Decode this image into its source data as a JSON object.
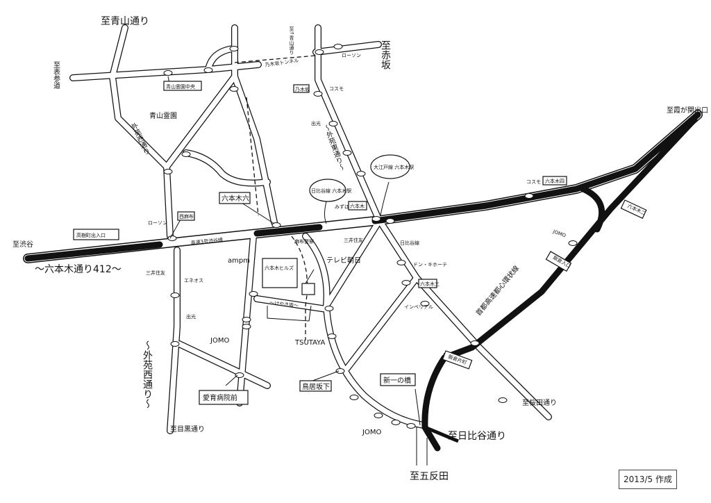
{
  "map": {
    "title": "六本木周辺地図",
    "labels": [
      "至青山通り",
      "至表参道",
      "至↑青山通り",
      "至赤坂",
      "乃木坂トンネル",
      "ローソン",
      "青山霊園中央",
      "青山霊園",
      "乃木坂",
      "コスモ",
      "出光",
      "～外苑東通り～",
      "外苑西通り",
      "大江戸線 六本木駅",
      "日比谷線 六本木駅",
      "六本木六",
      "ローソン",
      "西麻布",
      "高速3号渋谷線",
      "高樹町出入口",
      "至渋谷",
      "～六本木通り412～",
      "三井住友",
      "エネオス",
      "出光",
      "ampm",
      "六本木ヒルズ",
      "テレビ朝日",
      "～けやき坂～",
      "TSUTAYA",
      "JOMO",
      "～外苑西通り～",
      "愛育病院前",
      "至目黒通り",
      "鳥居坂下",
      "新一の橋",
      "JOMO",
      "至日比谷通り",
      "至五反田",
      "至桜田通り",
      "飯倉片町",
      "首都高速都心環状線",
      "飯倉入口",
      "六本木二",
      "コスモ",
      "六本木四",
      "至霞が関出口",
      "六本木",
      "麻布警察",
      "三井住友",
      "日比谷線",
      "JOMO",
      "ドン・キホーテ",
      "六本木三",
      "インペリアル",
      "みずほ"
    ],
    "created": "2013/5 作成"
  }
}
